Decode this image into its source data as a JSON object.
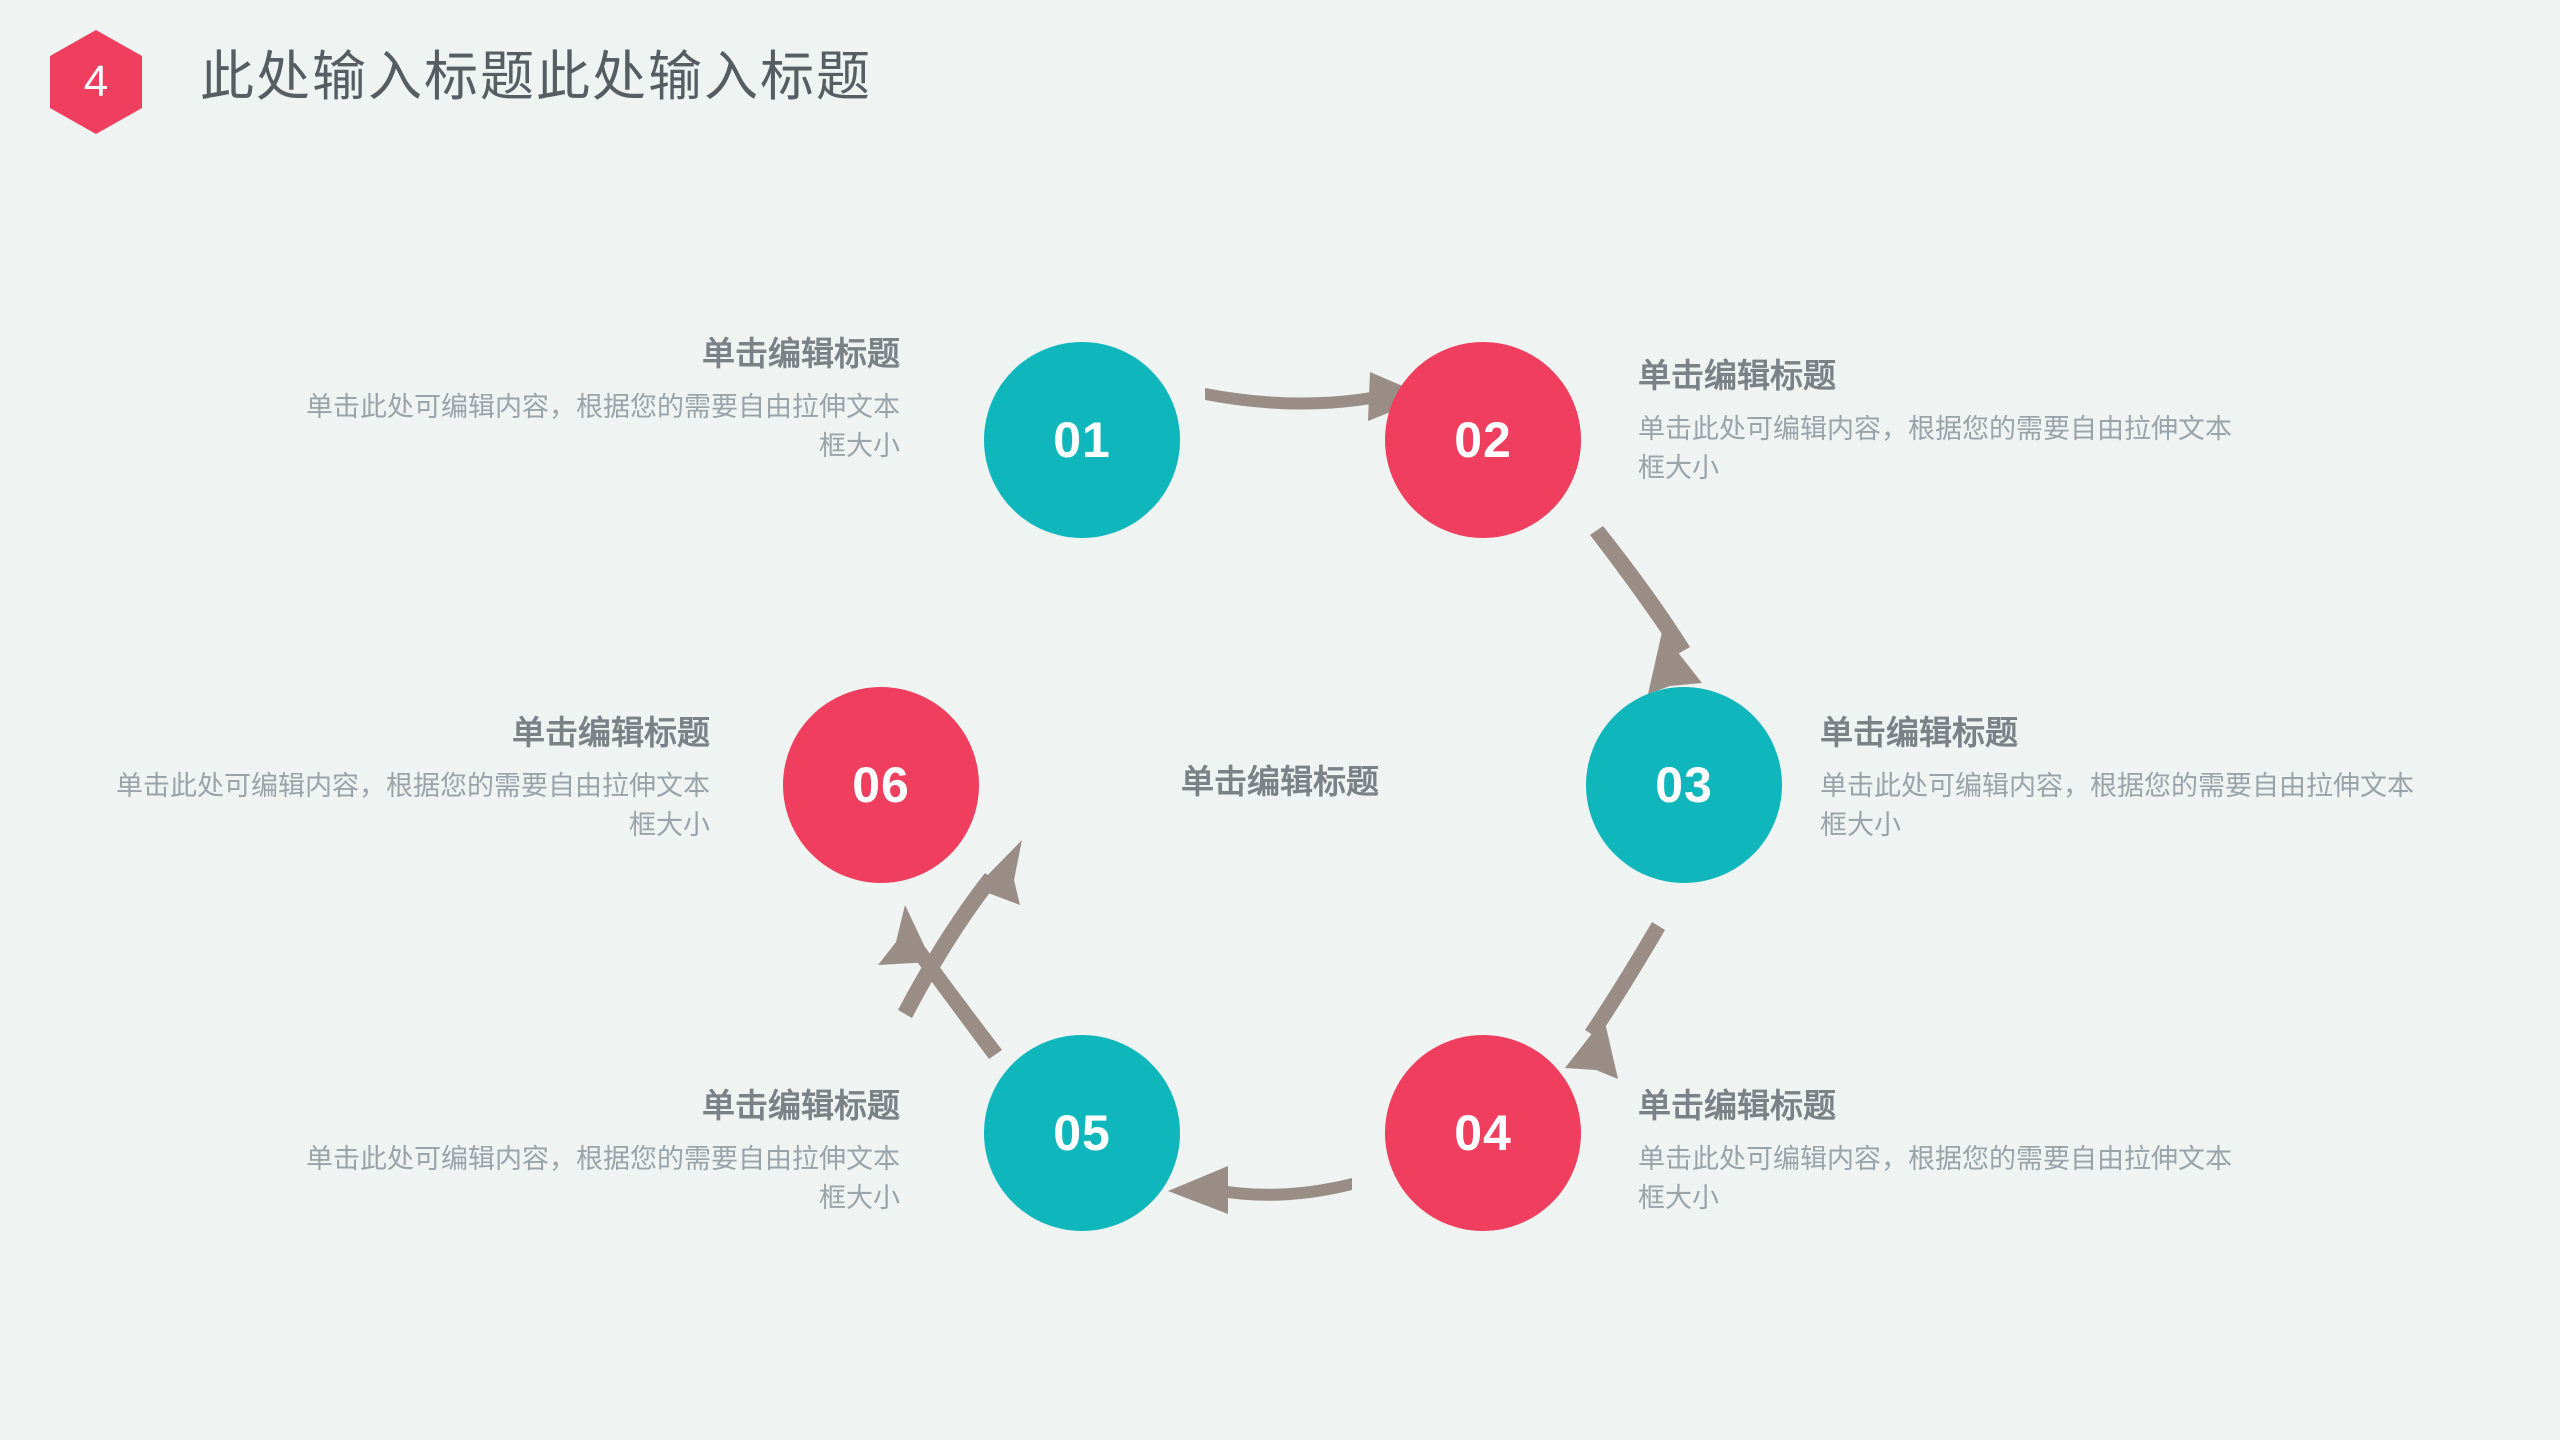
{
  "page": {
    "background_color": "#eff3f2",
    "accent_pink": "#ef3e5e",
    "accent_teal": "#0fb7bd",
    "arrow_color": "#9a8d86",
    "title_color": "#565e63",
    "heading_color": "#7b8287",
    "body_color": "#99a3aa"
  },
  "header": {
    "badge_number": "4",
    "title": "此处输入标题此处输入标题"
  },
  "diagram": {
    "center_label": "单击编辑标题",
    "nodes": [
      {
        "number": "01",
        "color": "#0fb7bd",
        "title": "单击编辑标题",
        "body": "单击此处可编辑内容，根据您的需要自由拉伸文本框大小"
      },
      {
        "number": "02",
        "color": "#ef3e5e",
        "title": "单击编辑标题",
        "body": "单击此处可编辑内容，根据您的需要自由拉伸文本框大小"
      },
      {
        "number": "03",
        "color": "#0fb7bd",
        "title": "单击编辑标题",
        "body": "单击此处可编辑内容，根据您的需要自由拉伸文本框大小"
      },
      {
        "number": "04",
        "color": "#ef3e5e",
        "title": "单击编辑标题",
        "body": "单击此处可编辑内容，根据您的需要自由拉伸文本框大小"
      },
      {
        "number": "05",
        "color": "#0fb7bd",
        "title": "单击编辑标题",
        "body": "单击此处可编辑内容，根据您的需要自由拉伸文本框大小"
      },
      {
        "number": "06",
        "color": "#ef3e5e",
        "title": "单击编辑标题",
        "body": "单击此处可编辑内容，根据您的需要自由拉伸文本框大小"
      }
    ],
    "arrows": [
      {
        "from": "01",
        "to": "02"
      },
      {
        "from": "02",
        "to": "03"
      },
      {
        "from": "03",
        "to": "04"
      },
      {
        "from": "04",
        "to": "05"
      },
      {
        "from": "05",
        "to": "06"
      },
      {
        "from": "06",
        "to": "01"
      }
    ]
  }
}
